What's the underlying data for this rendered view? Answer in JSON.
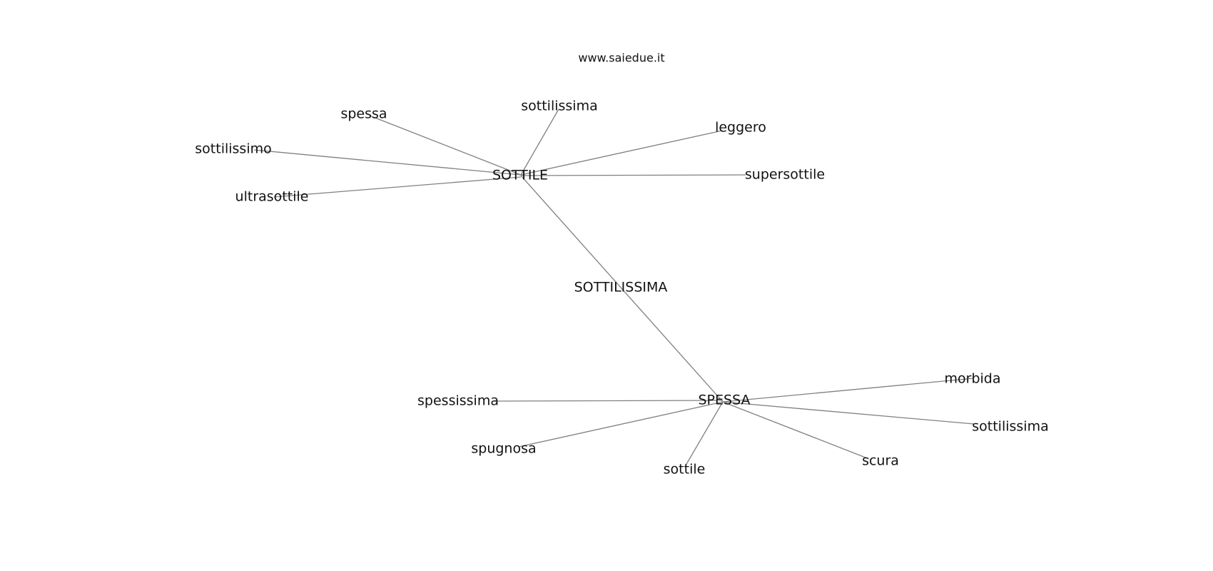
{
  "watermark": "www.saiedue.it",
  "center": "SOTTILISSIMA",
  "hubs": {
    "sottile": "SOTTILE",
    "spessa": "SPESSA"
  },
  "sottile_neighbors": {
    "spessa": "spessa",
    "sottilissima": "sottilissima",
    "leggero": "leggero",
    "sottilissimo": "sottilissimo",
    "supersottile": "supersottile",
    "ultrasottile": "ultrasottile"
  },
  "spessa_neighbors": {
    "morbida": "morbida",
    "spessissima": "spessissima",
    "sottilissima": "sottilissima",
    "spugnosa": "spugnosa",
    "scura": "scura",
    "sottile": "sottile"
  }
}
